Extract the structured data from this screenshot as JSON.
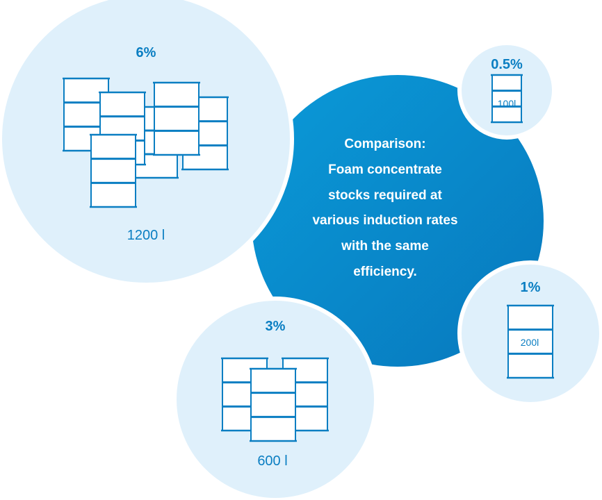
{
  "colors": {
    "center_gradient_start": "#0a9ad8",
    "center_gradient_end": "#0878bd",
    "bubble_fill": "#dff0fb",
    "accent": "#0a7ec2"
  },
  "center": {
    "lines": [
      "Comparison:",
      "Foam concentrate",
      "stocks required at",
      "various induction rates",
      "with the same",
      "efficiency."
    ]
  },
  "bubbles": [
    {
      "id": "six",
      "rate": "6%",
      "volume": "1200 l",
      "drum_count": 6
    },
    {
      "id": "three",
      "rate": "3%",
      "volume": "600 l",
      "drum_count": 3
    },
    {
      "id": "one",
      "rate": "1%",
      "drum_label": "200l",
      "drum_count": 1
    },
    {
      "id": "half",
      "rate": "0.5%",
      "drum_label": "100l",
      "drum_count": 1,
      "half_height": true
    }
  ]
}
